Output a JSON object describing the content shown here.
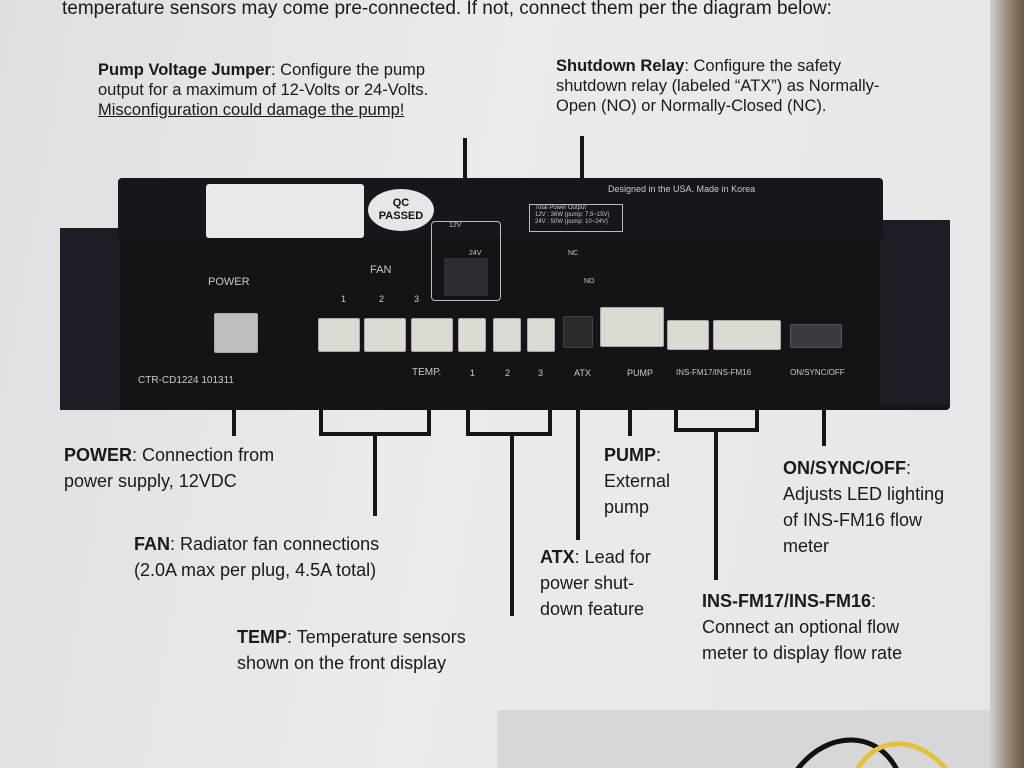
{
  "intro": "temperature sensors may come pre-connected. If not, connect them per the diagram below:",
  "callouts": {
    "pump_voltage": {
      "title": "Pump Voltage Jumper",
      "line1": ": Configure the pump",
      "line2": "output for a maximum of 12-Volts or 24-Volts.",
      "line3": "Misconfiguration could damage the pump!"
    },
    "shutdown": {
      "title": "Shutdown Relay",
      "line1": ": Configure the safety",
      "line2": "shutdown relay (labeled “ATX”) as Normally-",
      "line3": "Open (NO) or Normally-Closed (NC)."
    }
  },
  "device": {
    "qc_line1": "QC",
    "qc_line2": "PASSED",
    "made_in": "Designed in the USA. Made in Korea",
    "power_out_title": "Total Power Output",
    "power_out_12": "12V : 36W (pump: 7.5~15V)",
    "power_out_24": "24V : 50W (pump: 10~24V)",
    "jumper_12v": "12V",
    "jumper_24v": "24V",
    "relay_nc": "NC",
    "relay_no": "NO",
    "power": "POWER",
    "fan": "FAN",
    "fan_nums": [
      "1",
      "2",
      "3"
    ],
    "model": "CTR-CD1224  101311",
    "temp": "TEMP.",
    "temp_nums": [
      "1",
      "2",
      "3"
    ],
    "atx": "ATX",
    "pump": "PUMP",
    "insfm": "INS-FM17/INS-FM16",
    "onsync": "ON/SYNC/OFF"
  },
  "labels": {
    "power": {
      "title": "POWER",
      "l1": ": Connection from",
      "l2": "power supply, 12VDC"
    },
    "fan": {
      "title": "FAN",
      "l1": ": Radiator fan connections",
      "l2": "(2.0A max per plug, 4.5A total)"
    },
    "temp": {
      "title": "TEMP",
      "l1": ": Temperature sensors",
      "l2": "shown on the front display"
    },
    "atx": {
      "title": "ATX",
      "l1": ": Lead for",
      "l2": "power shut-",
      "l3": "down feature"
    },
    "pump": {
      "title": "PUMP",
      "l1": ":",
      "l2": "External",
      "l3": "pump"
    },
    "insfm": {
      "title": "INS-FM17/INS-FM16",
      "l1": ":",
      "l2": "Connect an optional flow",
      "l3": "meter to display flow rate"
    },
    "onsync": {
      "title": "ON/SYNC/OFF",
      "l1": ":",
      "l2": "Adjusts LED lighting",
      "l3": "of INS-FM16 flow",
      "l4": "meter"
    }
  }
}
